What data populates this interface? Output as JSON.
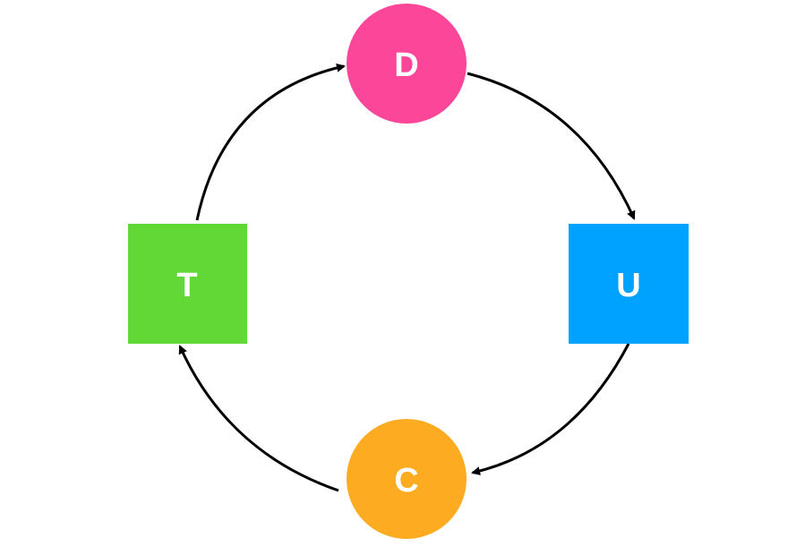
{
  "nodes": {
    "d": {
      "label": "D",
      "shape": "circle",
      "color": "#FB4699"
    },
    "u": {
      "label": "U",
      "shape": "square",
      "color": "#00A2FF"
    },
    "c": {
      "label": "C",
      "shape": "circle",
      "color": "#FDAB20"
    },
    "t": {
      "label": "T",
      "shape": "square",
      "color": "#61D836"
    }
  },
  "edges": [
    {
      "from": "D",
      "to": "U"
    },
    {
      "from": "U",
      "to": "C"
    },
    {
      "from": "C",
      "to": "T"
    },
    {
      "from": "T",
      "to": "D"
    }
  ],
  "edge_color": "#000000",
  "background": "#FFFFFF"
}
